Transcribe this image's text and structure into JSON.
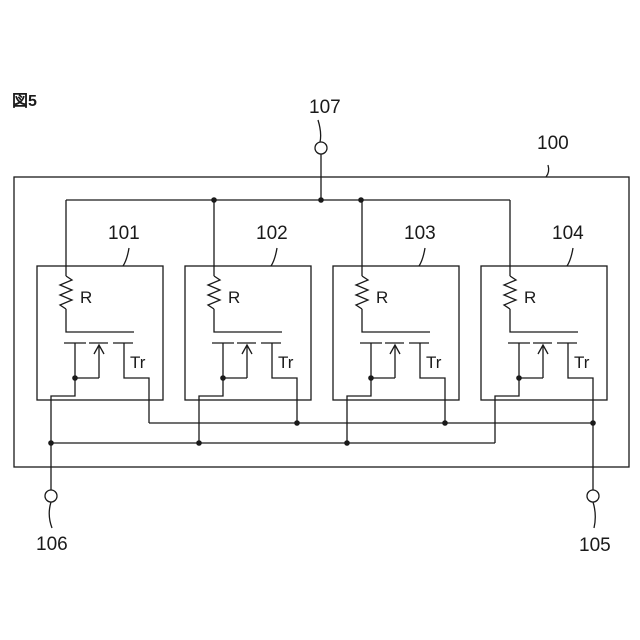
{
  "figure_label": "図5",
  "module": {
    "ref": "100"
  },
  "terminals": {
    "top": "107",
    "bottom_left": "106",
    "bottom_right": "105"
  },
  "cells": [
    {
      "ref": "101",
      "resistor": "R",
      "transistor": "Tr"
    },
    {
      "ref": "102",
      "resistor": "R",
      "transistor": "Tr"
    },
    {
      "ref": "103",
      "resistor": "R",
      "transistor": "Tr"
    },
    {
      "ref": "104",
      "resistor": "R",
      "transistor": "Tr"
    }
  ]
}
